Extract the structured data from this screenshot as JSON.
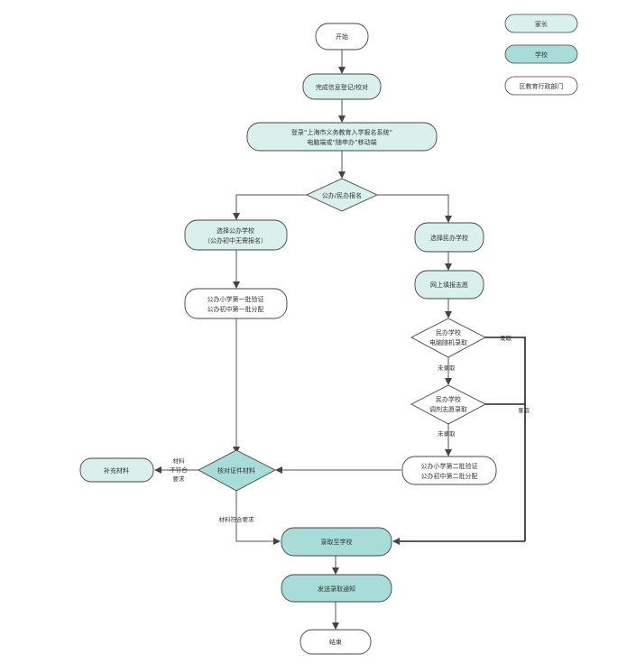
{
  "colors": {
    "parent": "#d9f0ec",
    "school": "#a8dcd9",
    "district": "#ffffff",
    "stroke": "#444444",
    "line": "#555555"
  },
  "legend": {
    "parent": "家长",
    "school": "学校",
    "district": "区教育行政部门"
  },
  "nodes": {
    "start": "开始",
    "register": "完成信息登记/校对",
    "login_line1": "登录“上海市义务教育入学报名系统”",
    "login_line2": "电脑端或“随申办”移动端",
    "public_private": "公办/民办报名",
    "choose_public_line1": "选择公办学校",
    "choose_public_line2": "（公办初中无需报名）",
    "choose_private": "选择民办学校",
    "online_fill": "网上填报志愿",
    "public_verify_line1": "公办小学第一批验证",
    "public_verify_line2": "公办初中第一批分配",
    "lottery_line1": "民办学校",
    "lottery_line2": "电脑随机录取",
    "intention_line1": "民办学校",
    "intention_line2": "调剂志愿录取",
    "second_verify_line1": "公办小学第二批验证",
    "second_verify_line2": "公办初中第二批分配",
    "check_materials": "核对证件材料",
    "supplement": "补充材料",
    "admitted": "录取至学校",
    "notify": "发送录取通知",
    "end": "结束"
  },
  "edges": {
    "not_admitted_1": "未录取",
    "not_admitted_2": "未录取",
    "admitted_1": "录取",
    "admitted_2": "录取",
    "mat_bad_1": "材料",
    "mat_bad_2": "不符合",
    "mat_bad_3": "要求",
    "mat_ok": "材料符合要求"
  }
}
